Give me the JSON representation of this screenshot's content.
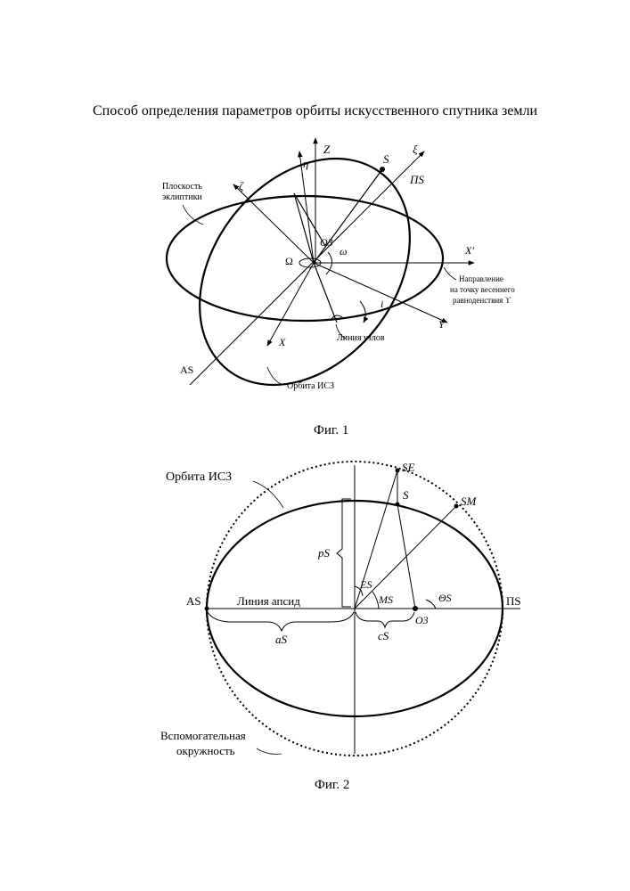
{
  "title": "Способ определения параметров орбиты искусственного спутника земли",
  "fig1": {
    "caption": "Фиг. 1",
    "labels": {
      "z": "Z",
      "eta": "η",
      "s": "S",
      "xi": "ξ",
      "pi_s": "ΠS",
      "zeta": "ζ",
      "ecliptic_line1": "Плоскость",
      "ecliptic_line2": "эклиптики",
      "o3": "O3",
      "omega_small": "ω",
      "omega_big": "Ω",
      "x_prime": "X′",
      "direction_line1": "Направление",
      "direction_line2": "на точку весеннего",
      "direction_line3": "равноденствия ϒ",
      "i": "i",
      "y": "Y",
      "x": "X",
      "nodes_line": "Линия узлов",
      "a_s": "AS",
      "orbit": "Орбита ИСЗ"
    }
  },
  "fig2": {
    "caption": "Фиг. 2",
    "labels": {
      "orbit": "Орбита ИСЗ",
      "s_e": "SE",
      "s": "S",
      "s_m": "SM",
      "p_s": "pS",
      "e_s": "ES",
      "m_s": "MS",
      "theta_s": "ΘS",
      "a_s_point": "AS",
      "apsides": "Линия апсид",
      "pi_s": "ΠS",
      "o3": "O3",
      "a_s": "aS",
      "c_s": "cS",
      "aux_line1": "Вспомогательная",
      "aux_line2": "окружность"
    }
  }
}
